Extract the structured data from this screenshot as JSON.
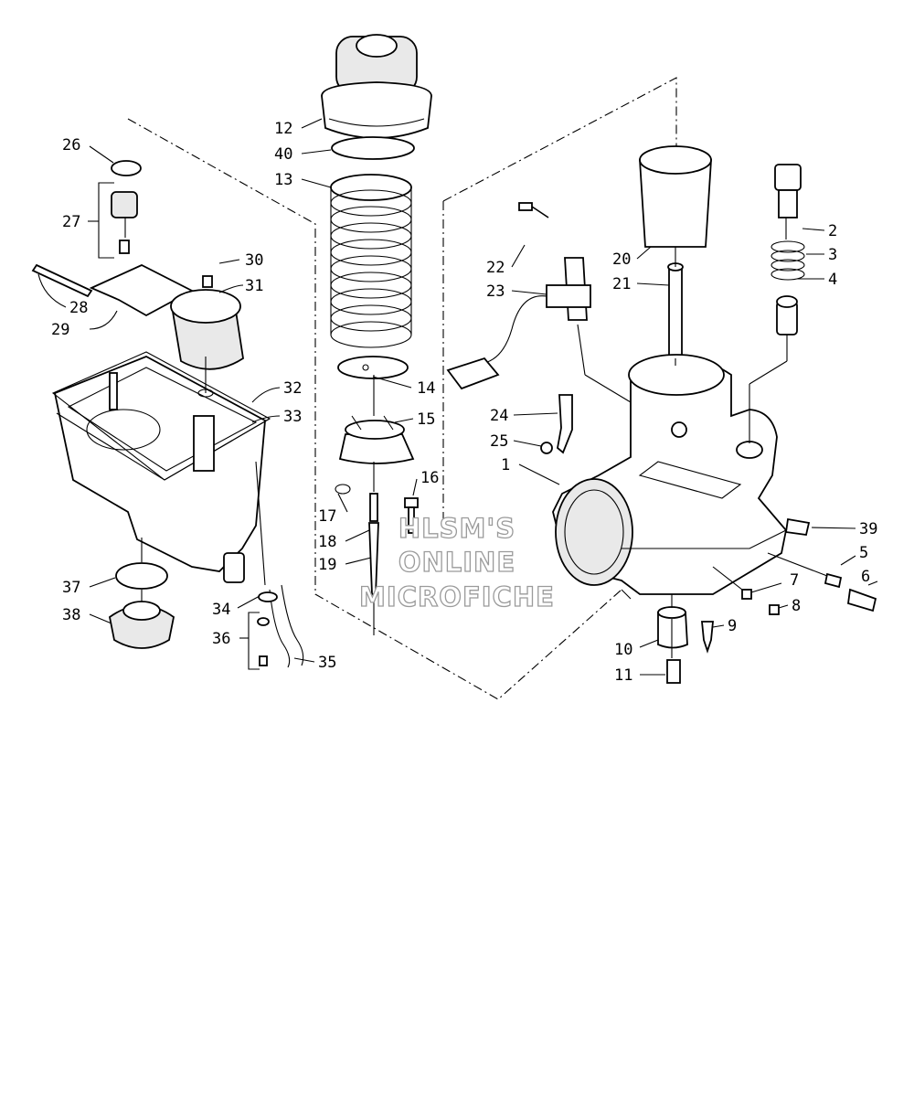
{
  "callouts": [
    "1",
    "2",
    "3",
    "4",
    "5",
    "6",
    "7",
    "8",
    "9",
    "10",
    "11",
    "12",
    "13",
    "14",
    "15",
    "16",
    "17",
    "18",
    "19",
    "20",
    "21",
    "22",
    "23",
    "24",
    "25",
    "26",
    "27",
    "28",
    "29",
    "30",
    "31",
    "32",
    "33",
    "34",
    "35",
    "36",
    "37",
    "38",
    "39",
    "40"
  ],
  "watermark": {
    "line1": "HLSM'S",
    "line2": "ONLINE",
    "line3": "MICROFICHE",
    "color": "#9a9a9a"
  }
}
